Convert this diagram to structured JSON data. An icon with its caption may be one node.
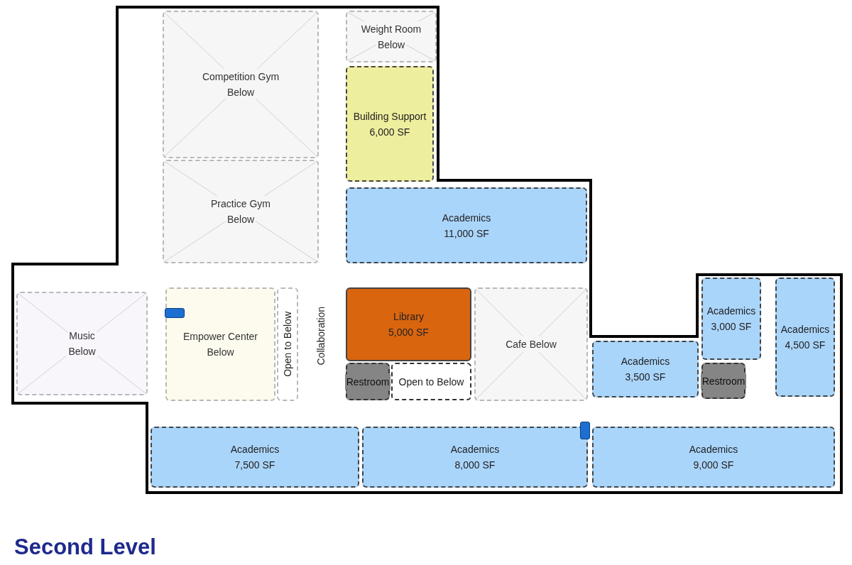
{
  "diagram": {
    "title": "Second Level",
    "nodes": [
      {
        "text": [
          "Competition Gym",
          "Below"
        ]
      },
      {
        "text": [
          "Weight Room",
          "Below"
        ]
      },
      {
        "text": [
          "Building Support",
          "6,000 SF"
        ]
      },
      {
        "text": [
          "Practice Gym",
          "Below"
        ]
      },
      {
        "text": [
          "Academics",
          "11,000 SF"
        ]
      },
      {
        "text": [
          "Music",
          "Below"
        ]
      },
      {
        "text": [
          "Empower Center",
          "Below"
        ]
      },
      {
        "text": [
          "Open to Below"
        ]
      },
      {
        "text": [
          "Library",
          "5,000 SF"
        ]
      },
      {
        "text": [
          "Cafe Below"
        ]
      },
      {
        "text": [
          "Restroom"
        ]
      },
      {
        "text": [
          "Open to Below"
        ]
      },
      {
        "text": [
          "Academics",
          "3,000 SF"
        ]
      },
      {
        "text": [
          "Academics",
          "4,500 SF"
        ]
      },
      {
        "text": [
          "Academics",
          "3,500 SF"
        ]
      },
      {
        "text": [
          "Restroom"
        ]
      },
      {
        "text": [
          "Academics",
          "7,500 SF"
        ]
      },
      {
        "text": [
          "Academics",
          "8,000 SF"
        ]
      },
      {
        "text": [
          "Academics",
          "9,000 SF"
        ]
      }
    ],
    "labels": [
      "Collaboration"
    ]
  }
}
